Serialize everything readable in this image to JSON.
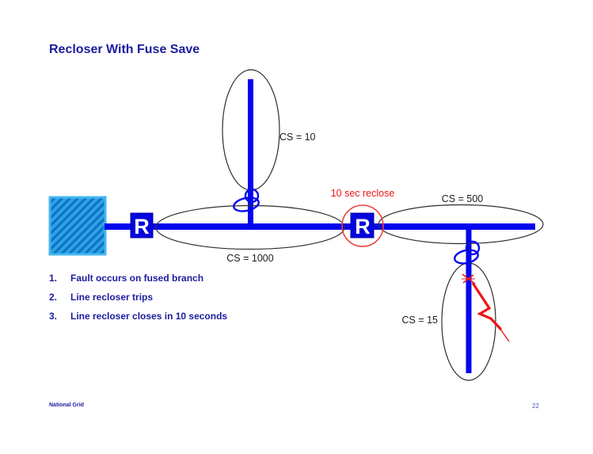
{
  "slide": {
    "title": "Recloser With Fuse Save",
    "brand": "National Grid",
    "page_number": "22"
  },
  "diagram": {
    "recloser_symbol": "R",
    "recloser_note": "10 sec reclose",
    "labels": {
      "top_branch": "CS = 10",
      "main_feeder": "CS = 1000",
      "right_feeder": "CS = 500",
      "bottom_branch": "CS = 15"
    },
    "colors": {
      "line_blue": "#0505ee",
      "recloser_fill": "#0303dd",
      "navy_text": "#1c1c9e",
      "red_accent": "#ee1515",
      "red_circle": "#f24040",
      "label_black": "#1c1c1c",
      "ellipse_stroke": "#2e2e2e",
      "substation_fill": "#2ba3e6",
      "substation_hatch": "#1070c2",
      "substation_border": "#46b6ee"
    }
  },
  "steps": [
    {
      "num": "1.",
      "text": "Fault occurs on fused branch"
    },
    {
      "num": "2.",
      "text": "Line recloser trips"
    },
    {
      "num": "3.",
      "text": "Line recloser closes in 10 seconds"
    }
  ]
}
